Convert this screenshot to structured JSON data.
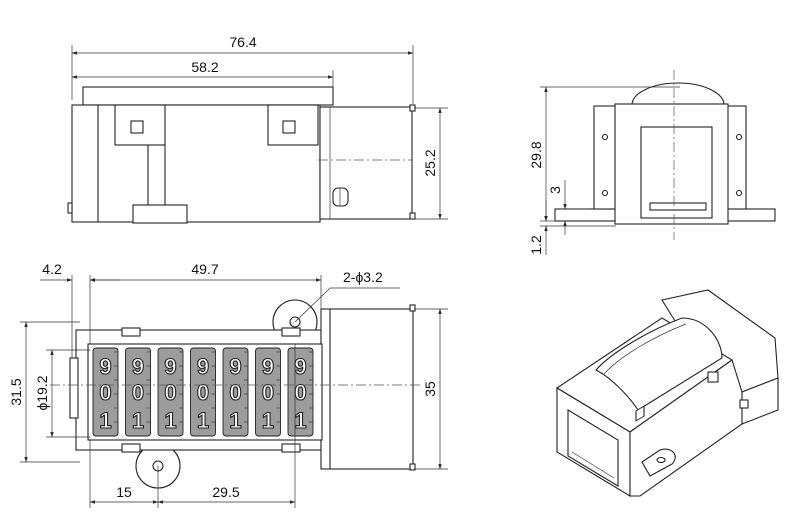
{
  "dimensions": {
    "overall_length": "76.4",
    "body_length": "58.2",
    "side_height": "25.2",
    "front_height": "29.8",
    "flange_thickness": "3",
    "base_offset": "1.2",
    "left_offset": "4.2",
    "window_width": "49.7",
    "hole_note": "2-ϕ3.2",
    "front_width": "31.5",
    "window_height": "ϕ19.2",
    "total_depth": "35",
    "hole_offset": "15",
    "hole_spacing": "29.5"
  },
  "counter_digits": {
    "top_row": [
      "9",
      "9",
      "9",
      "9",
      "9",
      "9",
      "9"
    ],
    "middle_row": [
      "0",
      "0",
      "0",
      "0",
      "0",
      "0",
      "0"
    ],
    "bottom_row": [
      "1",
      "1",
      "1",
      "1",
      "1",
      "1",
      "1"
    ]
  }
}
